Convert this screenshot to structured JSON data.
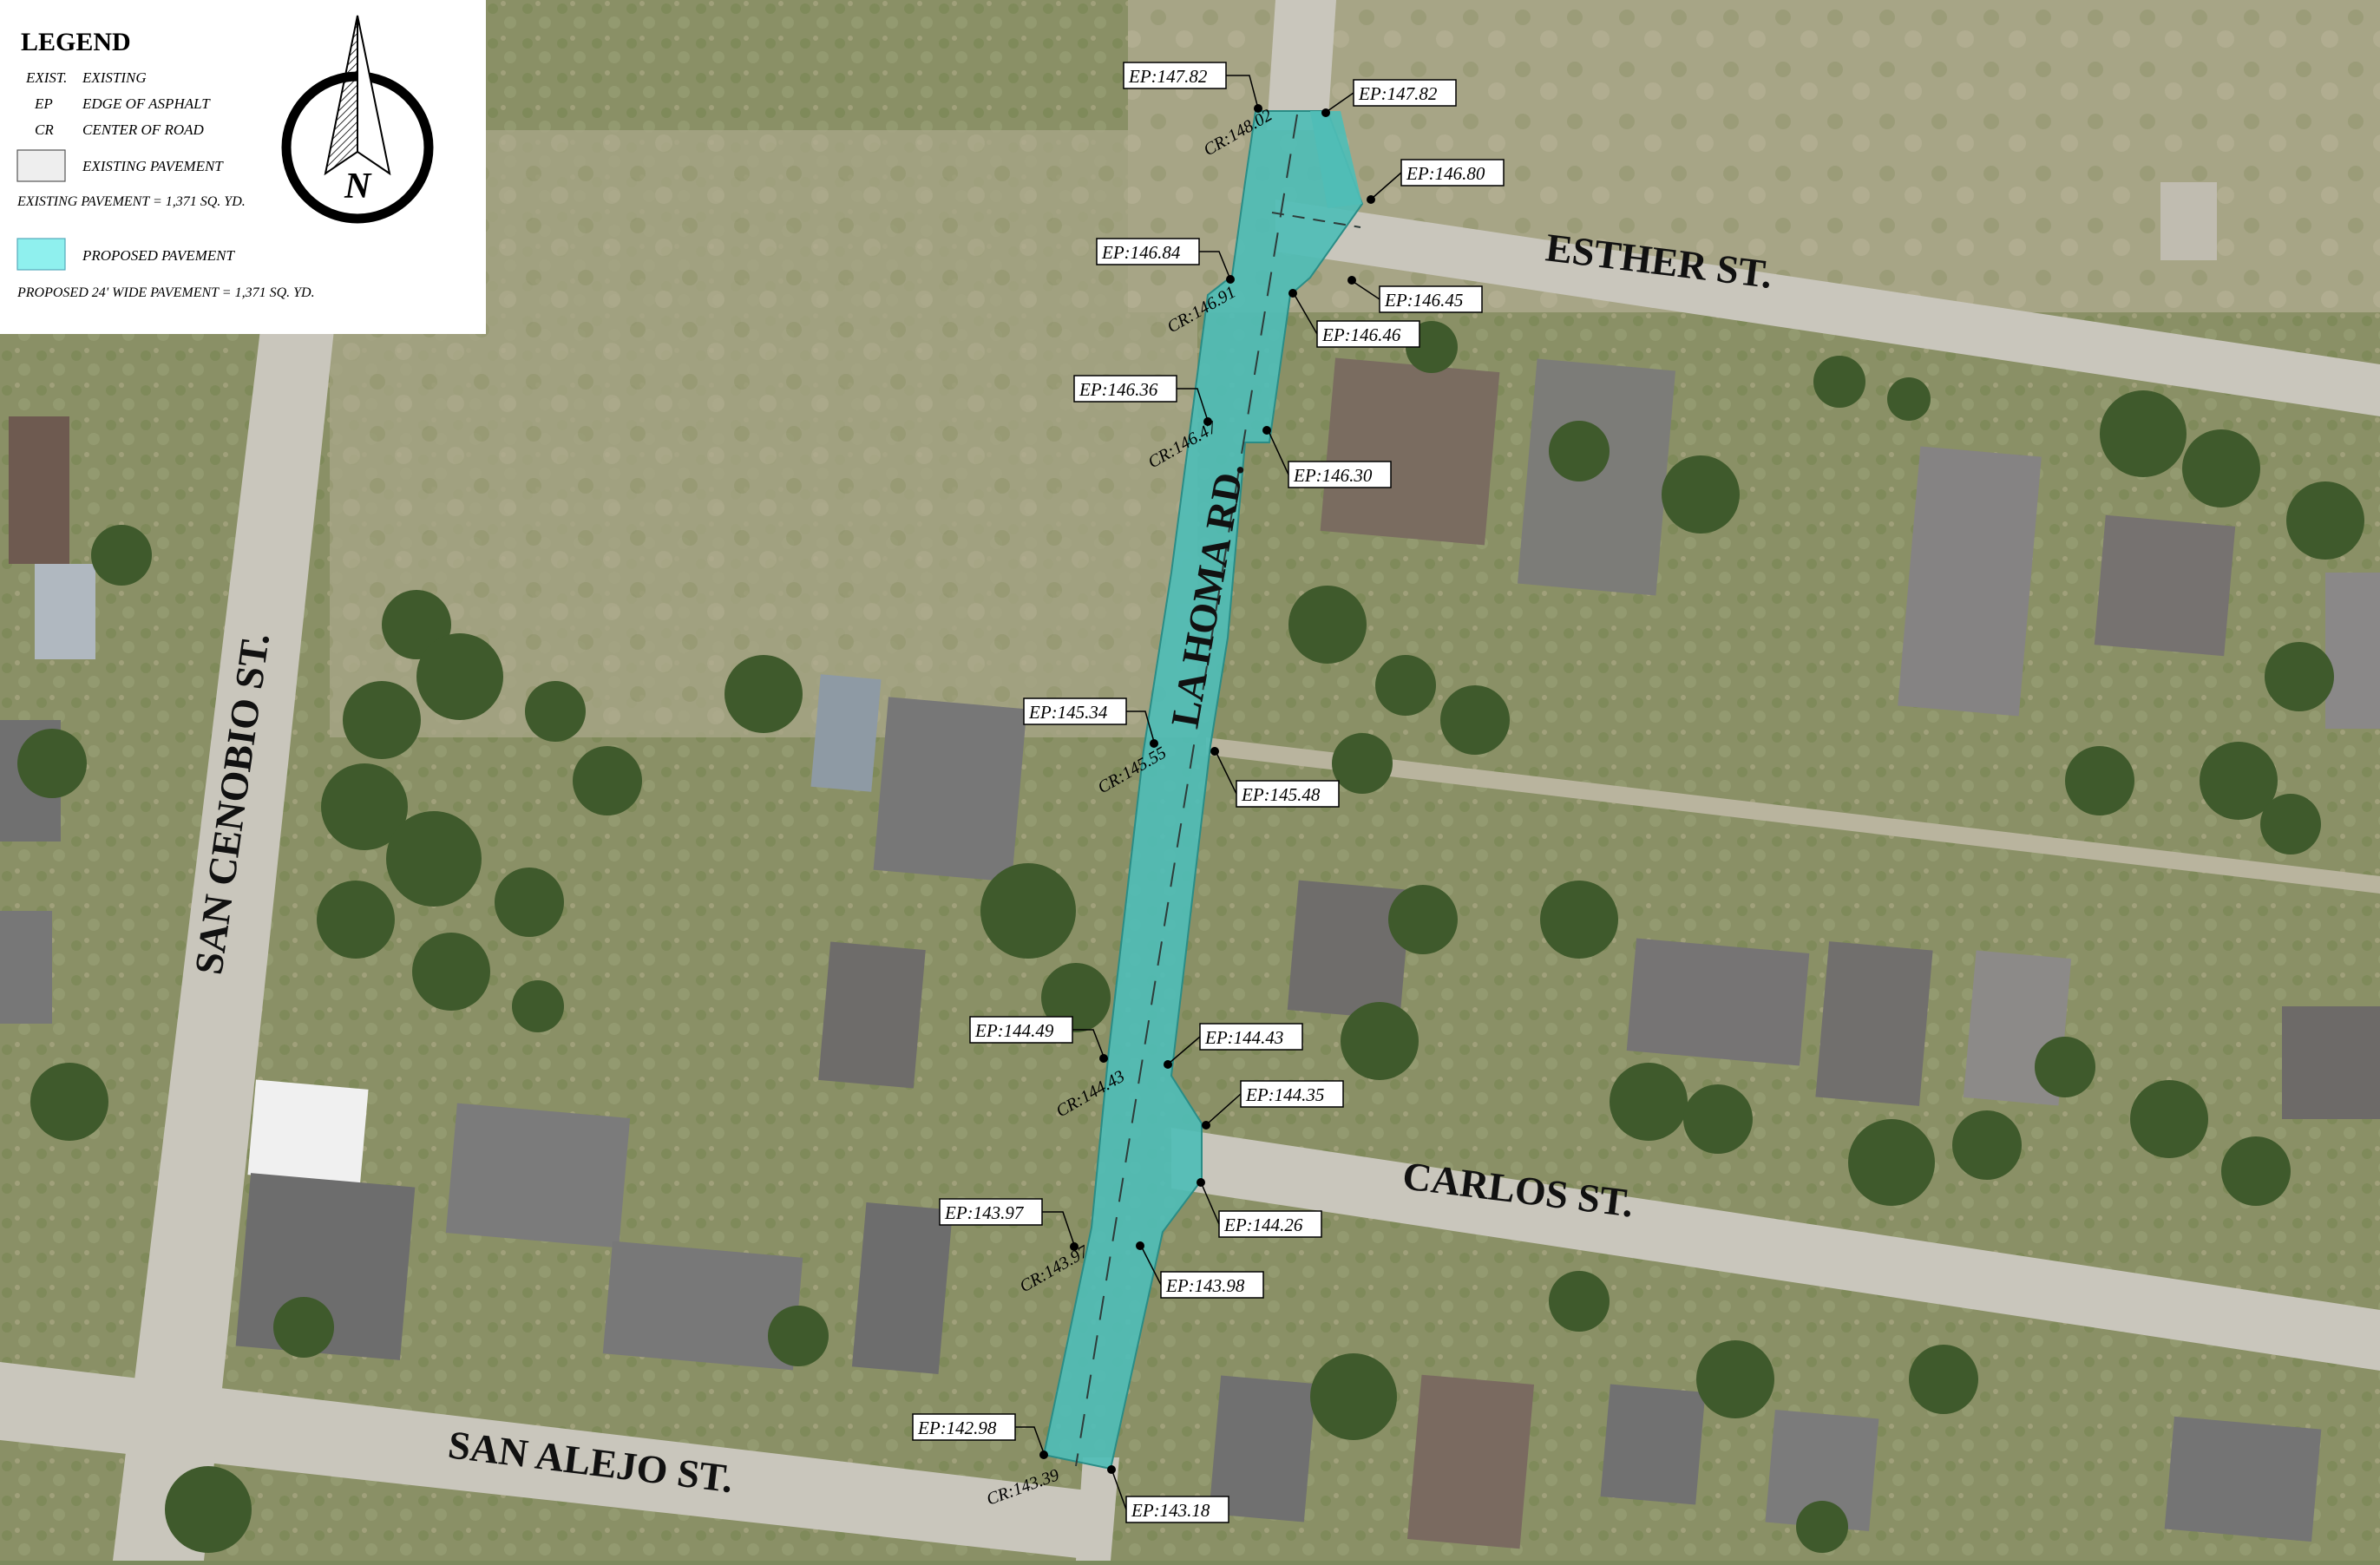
{
  "legend": {
    "title": "LEGEND",
    "rows": [
      {
        "abbr": "EXIST.",
        "desc": "EXISTING"
      },
      {
        "abbr": "EP",
        "desc": "EDGE OF ASPHALT"
      },
      {
        "abbr": "CR",
        "desc": "CENTER OF ROAD"
      }
    ],
    "existing_label": "EXISTING PAVEMENT",
    "existing_note": "EXISTING PAVEMENT = 1,371 SQ. YD.",
    "proposed_label": "PROPOSED PAVEMENT",
    "proposed_note": "PROPOSED 24' WIDE PAVEMENT = 1,371 SQ. YD.",
    "compass_letter": "N",
    "colors": {
      "existing": "#eeeeee",
      "proposed": "#8ff0ee"
    }
  },
  "streets": {
    "la_homa": "LA HOMA RD.",
    "esther": "ESTHER ST.",
    "carlos": "CARLOS ST.",
    "san_alejo": "SAN ALEJO ST.",
    "san_cenobio": "SAN CENOBIO ST."
  },
  "labels": {
    "ep_1": "EP:147.82",
    "ep_2": "EP:147.82",
    "cr_1": "CR:148.02",
    "ep_3": "EP:146.80",
    "ep_4": "EP:146.84",
    "cr_2": "CR:146.91",
    "ep_5": "EP:146.45",
    "ep_6": "EP:146.46",
    "ep_7": "EP:146.36",
    "cr_3": "CR:146.47",
    "ep_8": "EP:146.30",
    "ep_9": "EP:145.34",
    "cr_4": "CR:145.55",
    "ep_10": "EP:145.48",
    "ep_11": "EP:144.49",
    "ep_12": "EP:144.43",
    "cr_5": "CR:144.43",
    "ep_13": "EP:144.35",
    "ep_14": "EP:144.26",
    "ep_15": "EP:143.97",
    "cr_6": "CR:143.97",
    "ep_16": "EP:143.98",
    "ep_17": "EP:142.98",
    "cr_7": "CR:143.39",
    "ep_18": "EP:143.18"
  },
  "colors": {
    "proposed_fill": "#4fbdb6",
    "road": "#c9c6bc",
    "grass": "#8b9168",
    "tree": "#3f5a2c"
  }
}
